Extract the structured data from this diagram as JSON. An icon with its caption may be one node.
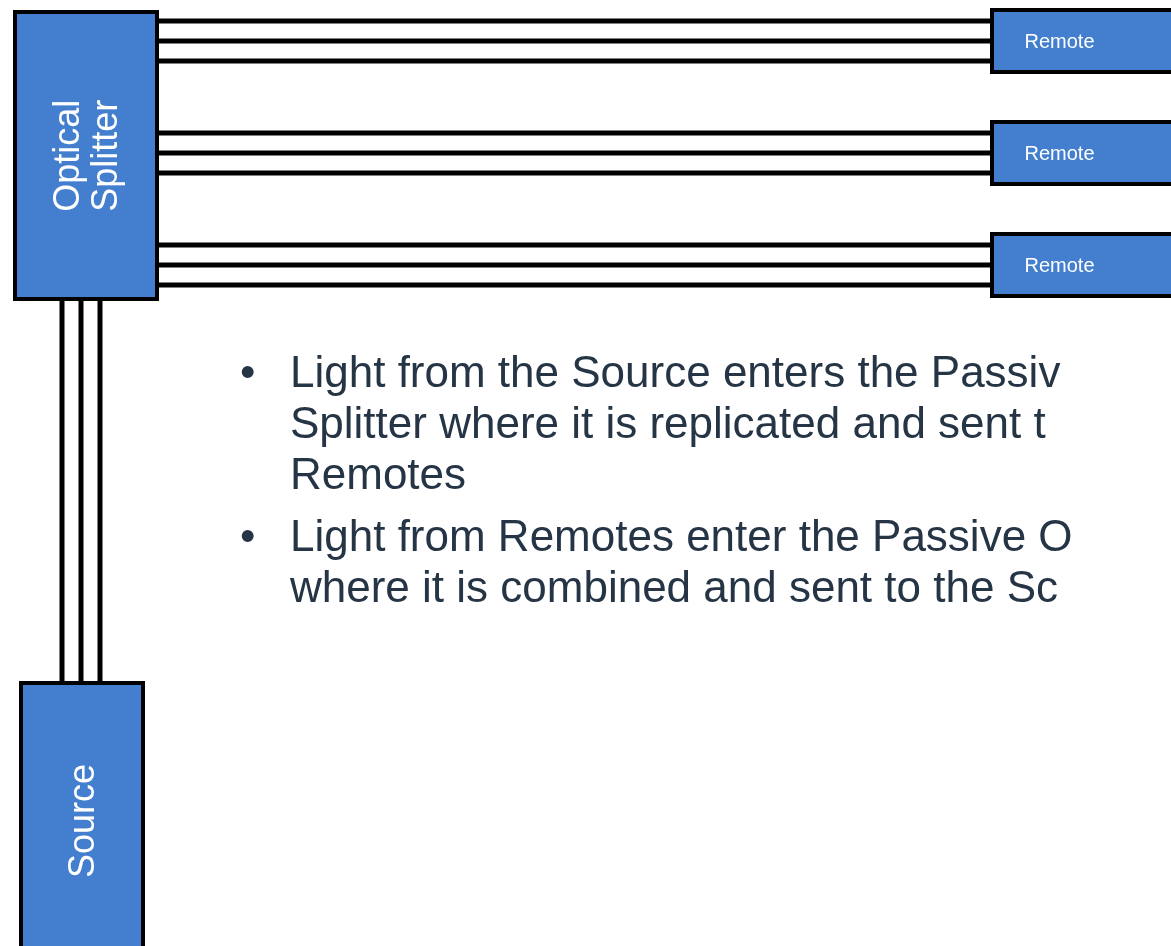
{
  "diagram": {
    "nodes": [
      {
        "text": [
          "Optical Splitter"
        ]
      },
      {
        "text": [
          "Remote"
        ]
      },
      {
        "text": [
          "Remote"
        ]
      },
      {
        "text": [
          "Remote"
        ]
      },
      {
        "text": [
          "Source"
        ]
      }
    ],
    "edges": [
      {
        "from": 0,
        "to": 1,
        "arrow": "none"
      },
      {
        "from": 0,
        "to": 2,
        "arrow": "none"
      },
      {
        "from": 0,
        "to": 3,
        "arrow": "none"
      },
      {
        "from": 4,
        "to": 0,
        "arrow": "none"
      }
    ],
    "labels": [
      "•",
      "Light from the Source enters the Passiv Splitter where it is replicated and sent t Remotes",
      "•",
      "Light from Remotes enter the Passive O where it is combined and sent to the Sc"
    ]
  }
}
